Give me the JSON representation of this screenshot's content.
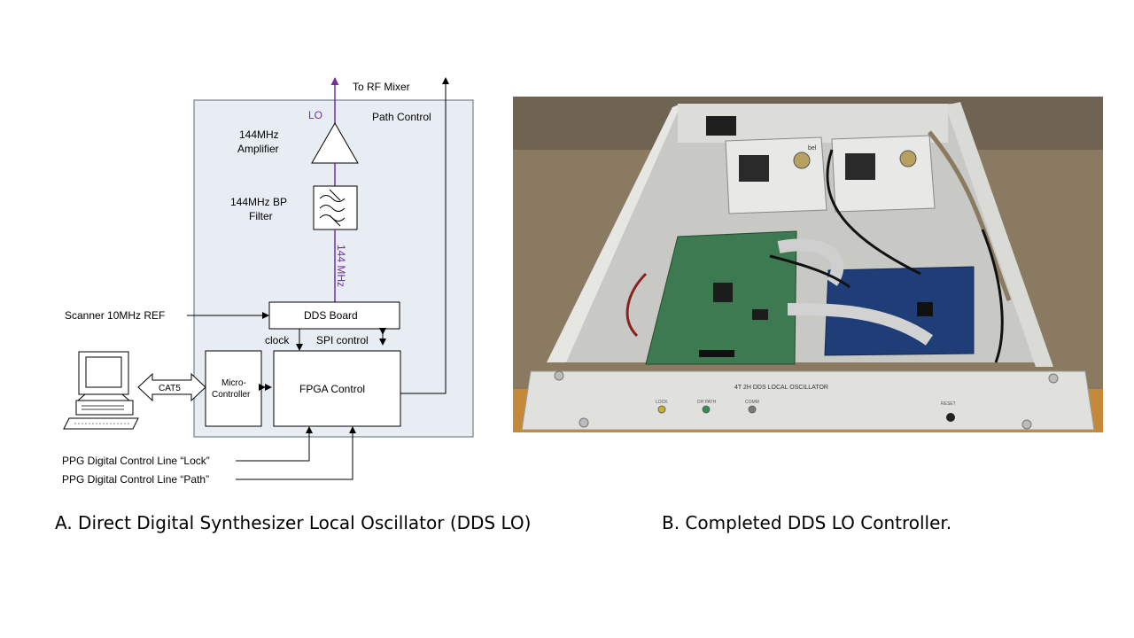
{
  "diagram": {
    "lo_label": "LO",
    "to_rf_mixer": "To RF Mixer",
    "path_control": "Path Control",
    "amplifier_line1": "144MHz",
    "amplifier_line2": "Amplifier",
    "filter_line1": "144MHz BP",
    "filter_line2": "Filter",
    "freq_label": "144 MHz",
    "scanner_ref": "Scanner 10MHz REF",
    "dds_board": "DDS Board",
    "clock": "clock",
    "spi_control": "SPI control",
    "micro_line1": "Micro-",
    "micro_line2": "Controller",
    "fpga_control": "FPGA Control",
    "cat5": "CAT5",
    "ppg_lock": "PPG Digital Control Line “Lock”",
    "ppg_path": "PPG Digital Control Line “Path”"
  },
  "photo": {
    "panel_label": "4T 2H DDS LOCAL OSCILLATOR",
    "led_labels": [
      "LOCK",
      "DH PATH",
      "COMM"
    ],
    "reset_label": "RESET",
    "module_brand": "bel"
  },
  "captions": {
    "a": "A. Direct Digital Synthesizer Local Oscillator (DDS LO)",
    "b": "B.   Completed DDS LO Controller."
  },
  "colors": {
    "lo_path": "#7030a0",
    "enclosure_fill": "#e8edf4",
    "enclosure_stroke": "#5a6a7a"
  }
}
